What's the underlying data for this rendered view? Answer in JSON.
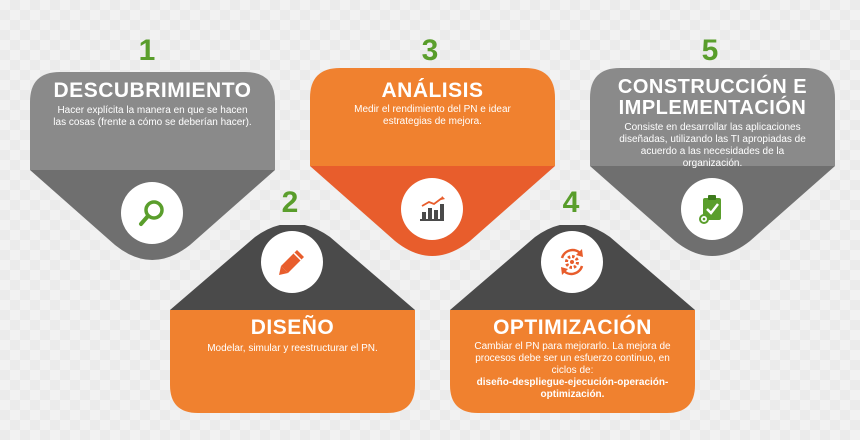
{
  "colors": {
    "gray": "#8a8a8a",
    "gray_dark": "#6f6f6f",
    "orange": "#f0812f",
    "orange_dark": "#e85d2c",
    "charcoal": "#4a4a4a",
    "green": "#5a9e2c"
  },
  "steps": [
    {
      "number": "1",
      "title": "DESCUBRIMIENTO",
      "description": "Hacer explícita la manera en que se hacen las cosas (frente a cómo se deberían hacer).",
      "icon": "magnifier-icon"
    },
    {
      "number": "2",
      "title": "DISEÑO",
      "description": "Modelar, simular y reestructurar el PN.",
      "icon": "pencil-icon"
    },
    {
      "number": "3",
      "title": "ANÁLISIS",
      "description": "Medir el rendimiento del PN e idear estrategias de mejora.",
      "icon": "bar-chart-icon"
    },
    {
      "number": "4",
      "title": "OPTIMIZACIÓN",
      "description": "Cambiar el PN para mejorarlo. La mejora de procesos debe ser un esfuerzo continuo, en ciclos de:",
      "description_bold": "diseño-despliegue-ejecución-operación-optimización.",
      "icon": "gear-cycle-icon"
    },
    {
      "number": "5",
      "title_line1": "CONSTRUCCIÓN E",
      "title_line2": "IMPLEMENTACIÓN",
      "description": "Consiste en desarrollar las aplicaciones diseñadas, utilizando las TI apropiadas de acuerdo a las necesidades de la organización.",
      "icon": "clipboard-gear-icon"
    }
  ]
}
